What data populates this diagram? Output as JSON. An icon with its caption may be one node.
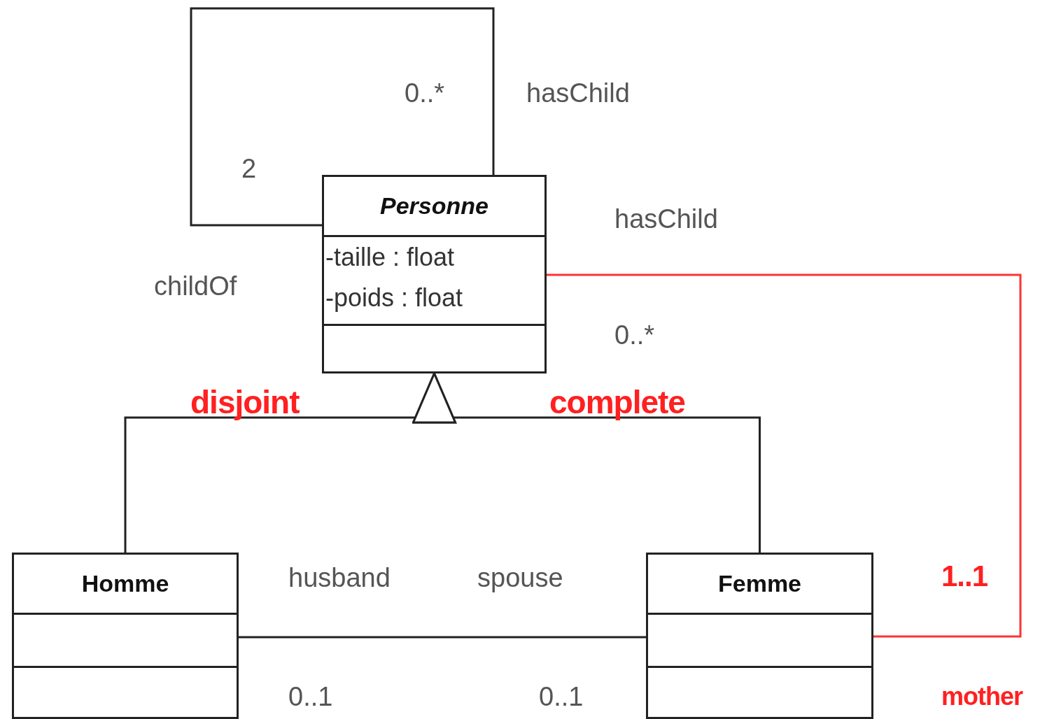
{
  "diagram": {
    "nodes": [
      {
        "text": [
          "Personne",
          "-taille : float",
          "-poids : float"
        ]
      },
      {
        "text": [
          "Homme"
        ]
      },
      {
        "text": [
          "Femme"
        ]
      }
    ],
    "edges": [
      {
        "from": 0,
        "to": 0,
        "arrow": "none"
      },
      {
        "from": 1,
        "to": 0,
        "arrow": "to"
      },
      {
        "from": 2,
        "to": 0,
        "arrow": "to"
      },
      {
        "from": 1,
        "to": 2,
        "arrow": "none"
      },
      {
        "from": 0,
        "to": 2,
        "arrow": "none",
        "color": "#ff3333"
      }
    ],
    "labels": [
      "0..*",
      "hasChild",
      "2",
      "hasChild",
      "childOf",
      "0..*",
      "disjoint",
      "complete",
      "husband",
      "spouse",
      "1..1",
      "0..1",
      "0..1",
      "mother"
    ]
  }
}
